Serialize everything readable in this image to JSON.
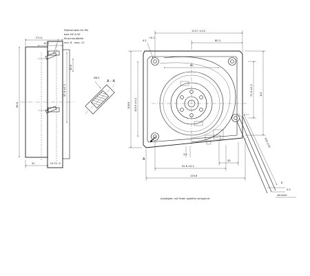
{
  "note": {
    "line1": "Federmutter für M4",
    "line2": "bzw. NC 8-32",
    "line3": "Einschraubtiefe",
    "line4": "min. 8 , max. 11"
  },
  "section": {
    "label": "A - A",
    "marker": "A"
  },
  "dims": {
    "d27": "27±1",
    "d15_5": "15.5",
    "d66_6": "66.6",
    "d31": "31",
    "d31_tol": "+0.5 / -0",
    "d57_4": "57.4 ±0.3",
    "d10_5": "10.5",
    "d6_5": "Ø6.5",
    "d4_2": "4.2",
    "d4_2_tol": "+0.1",
    "d113_7": "113.7 ±0.2",
    "d80_3": "80.3",
    "d80": "80",
    "d71_4": "71.4 ±0.2",
    "d101": "101",
    "d108_6": "108.6",
    "d105_9": "105.9 ±0.2",
    "d3_5": "3.5",
    "d30": "30",
    "d92_8": "92.8 ±0.2",
    "d120_6": "120.6",
    "d310": "310 ±10",
    "d8": "8",
    "d5_5": "5.5"
  },
  "footer": {
    "axial_note": "Axialspiel: mit Feder spielfrei verspannt",
    "wire_note": "verzinnt"
  }
}
